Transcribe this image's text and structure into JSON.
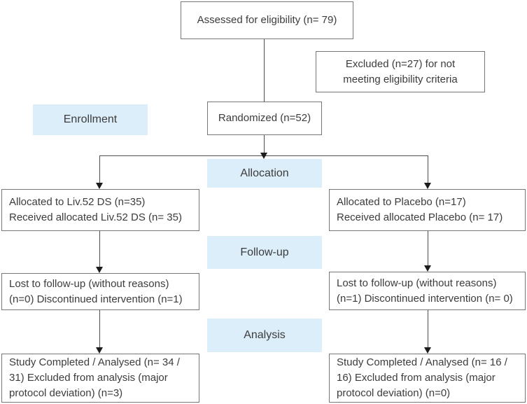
{
  "diagram_title": "CONSORT participant flow diagram",
  "colors": {
    "stage_label_bg": "#dceef9",
    "box_border": "#767676",
    "connector_line": "#4d4d4d",
    "arrowhead": "#1c1c1c",
    "text": "#3c3c3c",
    "background": "#ffffff"
  },
  "stages": {
    "enrollment": "Enrollment",
    "allocation": "Allocation",
    "follow_up": "Follow-up",
    "analysis": "Analysis"
  },
  "boxes": {
    "assessed": {
      "lines": [
        "Assessed for eligibility (n= 79)"
      ]
    },
    "excluded": {
      "lines": [
        "Excluded (n=27) for not",
        "meeting eligibility criteria"
      ]
    },
    "randomized": {
      "lines": [
        "Randomized (n=52)"
      ]
    },
    "allocated_liv52": {
      "lines": [
        "Allocated to Liv.52 DS (n=35)",
        "Received allocated Liv.52 DS (n= 35)"
      ]
    },
    "allocated_placebo": {
      "lines": [
        "Allocated to Placebo (n=17)",
        "Received allocated Placebo (n= 17)"
      ]
    },
    "followup_liv52": {
      "lines": [
        "Lost to follow-up (without reasons)",
        "(n=0) Discontinued intervention (n=1)"
      ]
    },
    "followup_placebo": {
      "lines": [
        "Lost to follow-up (without reasons)",
        "(n=1) Discontinued intervention (n= 0)"
      ]
    },
    "analysis_liv52": {
      "lines": [
        "Study Completed / Analysed (n= 34 /",
        "31) Excluded from analysis (major",
        "protocol deviation) (n=3)"
      ]
    },
    "analysis_placebo": {
      "lines": [
        "Study Completed / Analysed (n= 16 /",
        "16) Excluded from analysis (major",
        "protocol deviation) (n=0)"
      ]
    }
  }
}
